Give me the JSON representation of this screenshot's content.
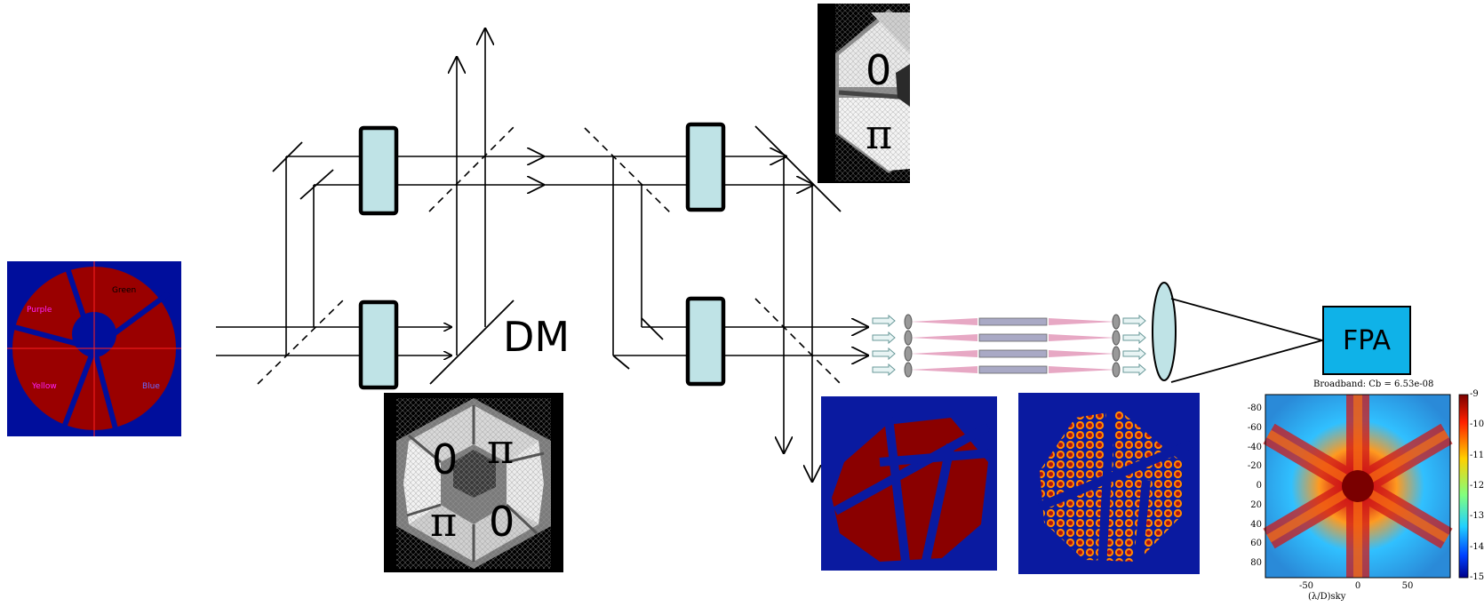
{
  "labels": {
    "dm": "DM",
    "fpa": "FPA"
  },
  "pupil_left": {
    "segment_labels": [
      "Purple",
      "Green",
      "Yellow",
      "Blue"
    ],
    "colors": {
      "background": "#000e9c",
      "segments": "#9a0000",
      "crosshair": "#ff2020"
    }
  },
  "mask_top": {
    "phases": [
      "0",
      "π"
    ]
  },
  "mask_bottom": {
    "phases": [
      "0",
      "π",
      "π",
      "0"
    ]
  },
  "psf": {
    "title": "Broadband: Cb = 6.53e-08",
    "x_ticks": [
      "-50",
      "0",
      "50"
    ],
    "y_ticks": [
      "-80",
      "-60",
      "-40",
      "-20",
      "0",
      "20",
      "40",
      "60",
      "80"
    ],
    "xlabel": "(λ/D)sky",
    "colorbar_ticks": [
      "-9",
      "-10",
      "-11",
      "-12",
      "-13",
      "-14",
      "-15"
    ]
  },
  "colors": {
    "beamsplitter_fill": "#bfe3e6",
    "lens_fill": "#bfe3e6",
    "fpa_fill": "#0fb2e8",
    "fiber_cone": "#e7a8c4",
    "fiber_core": "#a9a9c5"
  }
}
